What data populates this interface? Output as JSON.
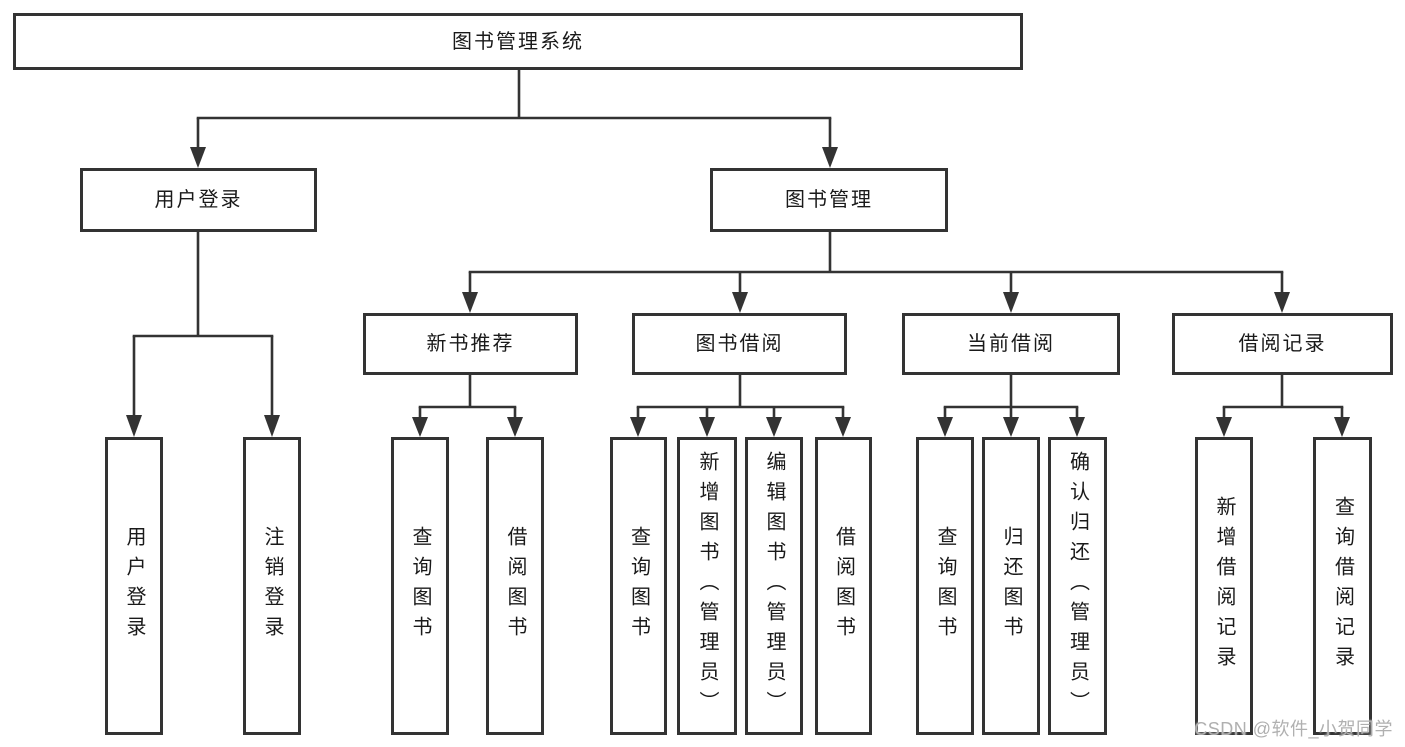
{
  "diagram": {
    "root_label": "图书管理系统",
    "user_login": {
      "label": "用户登录",
      "children": [
        {
          "label": "用户登录"
        },
        {
          "label": "注销登录"
        }
      ]
    },
    "book_management": {
      "label": "图书管理",
      "sections": [
        {
          "label": "新书推荐",
          "children": [
            {
              "label": "查询图书"
            },
            {
              "label": "借阅图书"
            }
          ]
        },
        {
          "label": "图书借阅",
          "children": [
            {
              "label": "查询图书"
            },
            {
              "label": "新增图书（管理员）"
            },
            {
              "label": "编辑图书（管理员）"
            },
            {
              "label": "借阅图书"
            }
          ]
        },
        {
          "label": "当前借阅",
          "children": [
            {
              "label": "查询图书"
            },
            {
              "label": "归还图书"
            },
            {
              "label": "确认归还（管理员）"
            }
          ]
        },
        {
          "label": "借阅记录",
          "children": [
            {
              "label": "新增借阅记录"
            },
            {
              "label": "查询借阅记录"
            }
          ]
        }
      ]
    }
  },
  "watermark": {
    "text": "CSDN @软件_小贺同学"
  },
  "colors": {
    "line": "#333333",
    "text": "#1a1a1a",
    "background": "#ffffff",
    "watermark": "#b0b0b0"
  }
}
